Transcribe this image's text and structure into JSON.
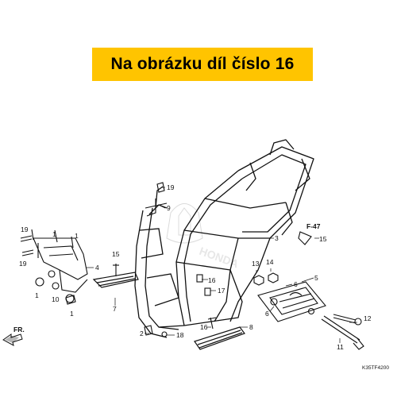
{
  "banner": {
    "text": "Na obrázku díl číslo 16",
    "color": "#ffc400"
  },
  "callouts": [
    {
      "label": "1"
    },
    {
      "label": "1"
    },
    {
      "label": "1"
    },
    {
      "label": "1"
    },
    {
      "label": "2"
    },
    {
      "label": "3"
    },
    {
      "label": "4"
    },
    {
      "label": "5"
    },
    {
      "label": "6"
    },
    {
      "label": "6"
    },
    {
      "label": "7"
    },
    {
      "label": "8"
    },
    {
      "label": "9"
    },
    {
      "label": "10"
    },
    {
      "label": "11"
    },
    {
      "label": "12"
    },
    {
      "label": "13"
    },
    {
      "label": "14"
    },
    {
      "label": "15"
    },
    {
      "label": "15"
    },
    {
      "label": "16"
    },
    {
      "label": "16"
    },
    {
      "label": "17"
    },
    {
      "label": "18"
    },
    {
      "label": "19"
    },
    {
      "label": "19"
    }
  ],
  "reference": "F-47",
  "front_marker": "FR.",
  "diagram_code": "K35TF4200",
  "watermark": "HONDA"
}
